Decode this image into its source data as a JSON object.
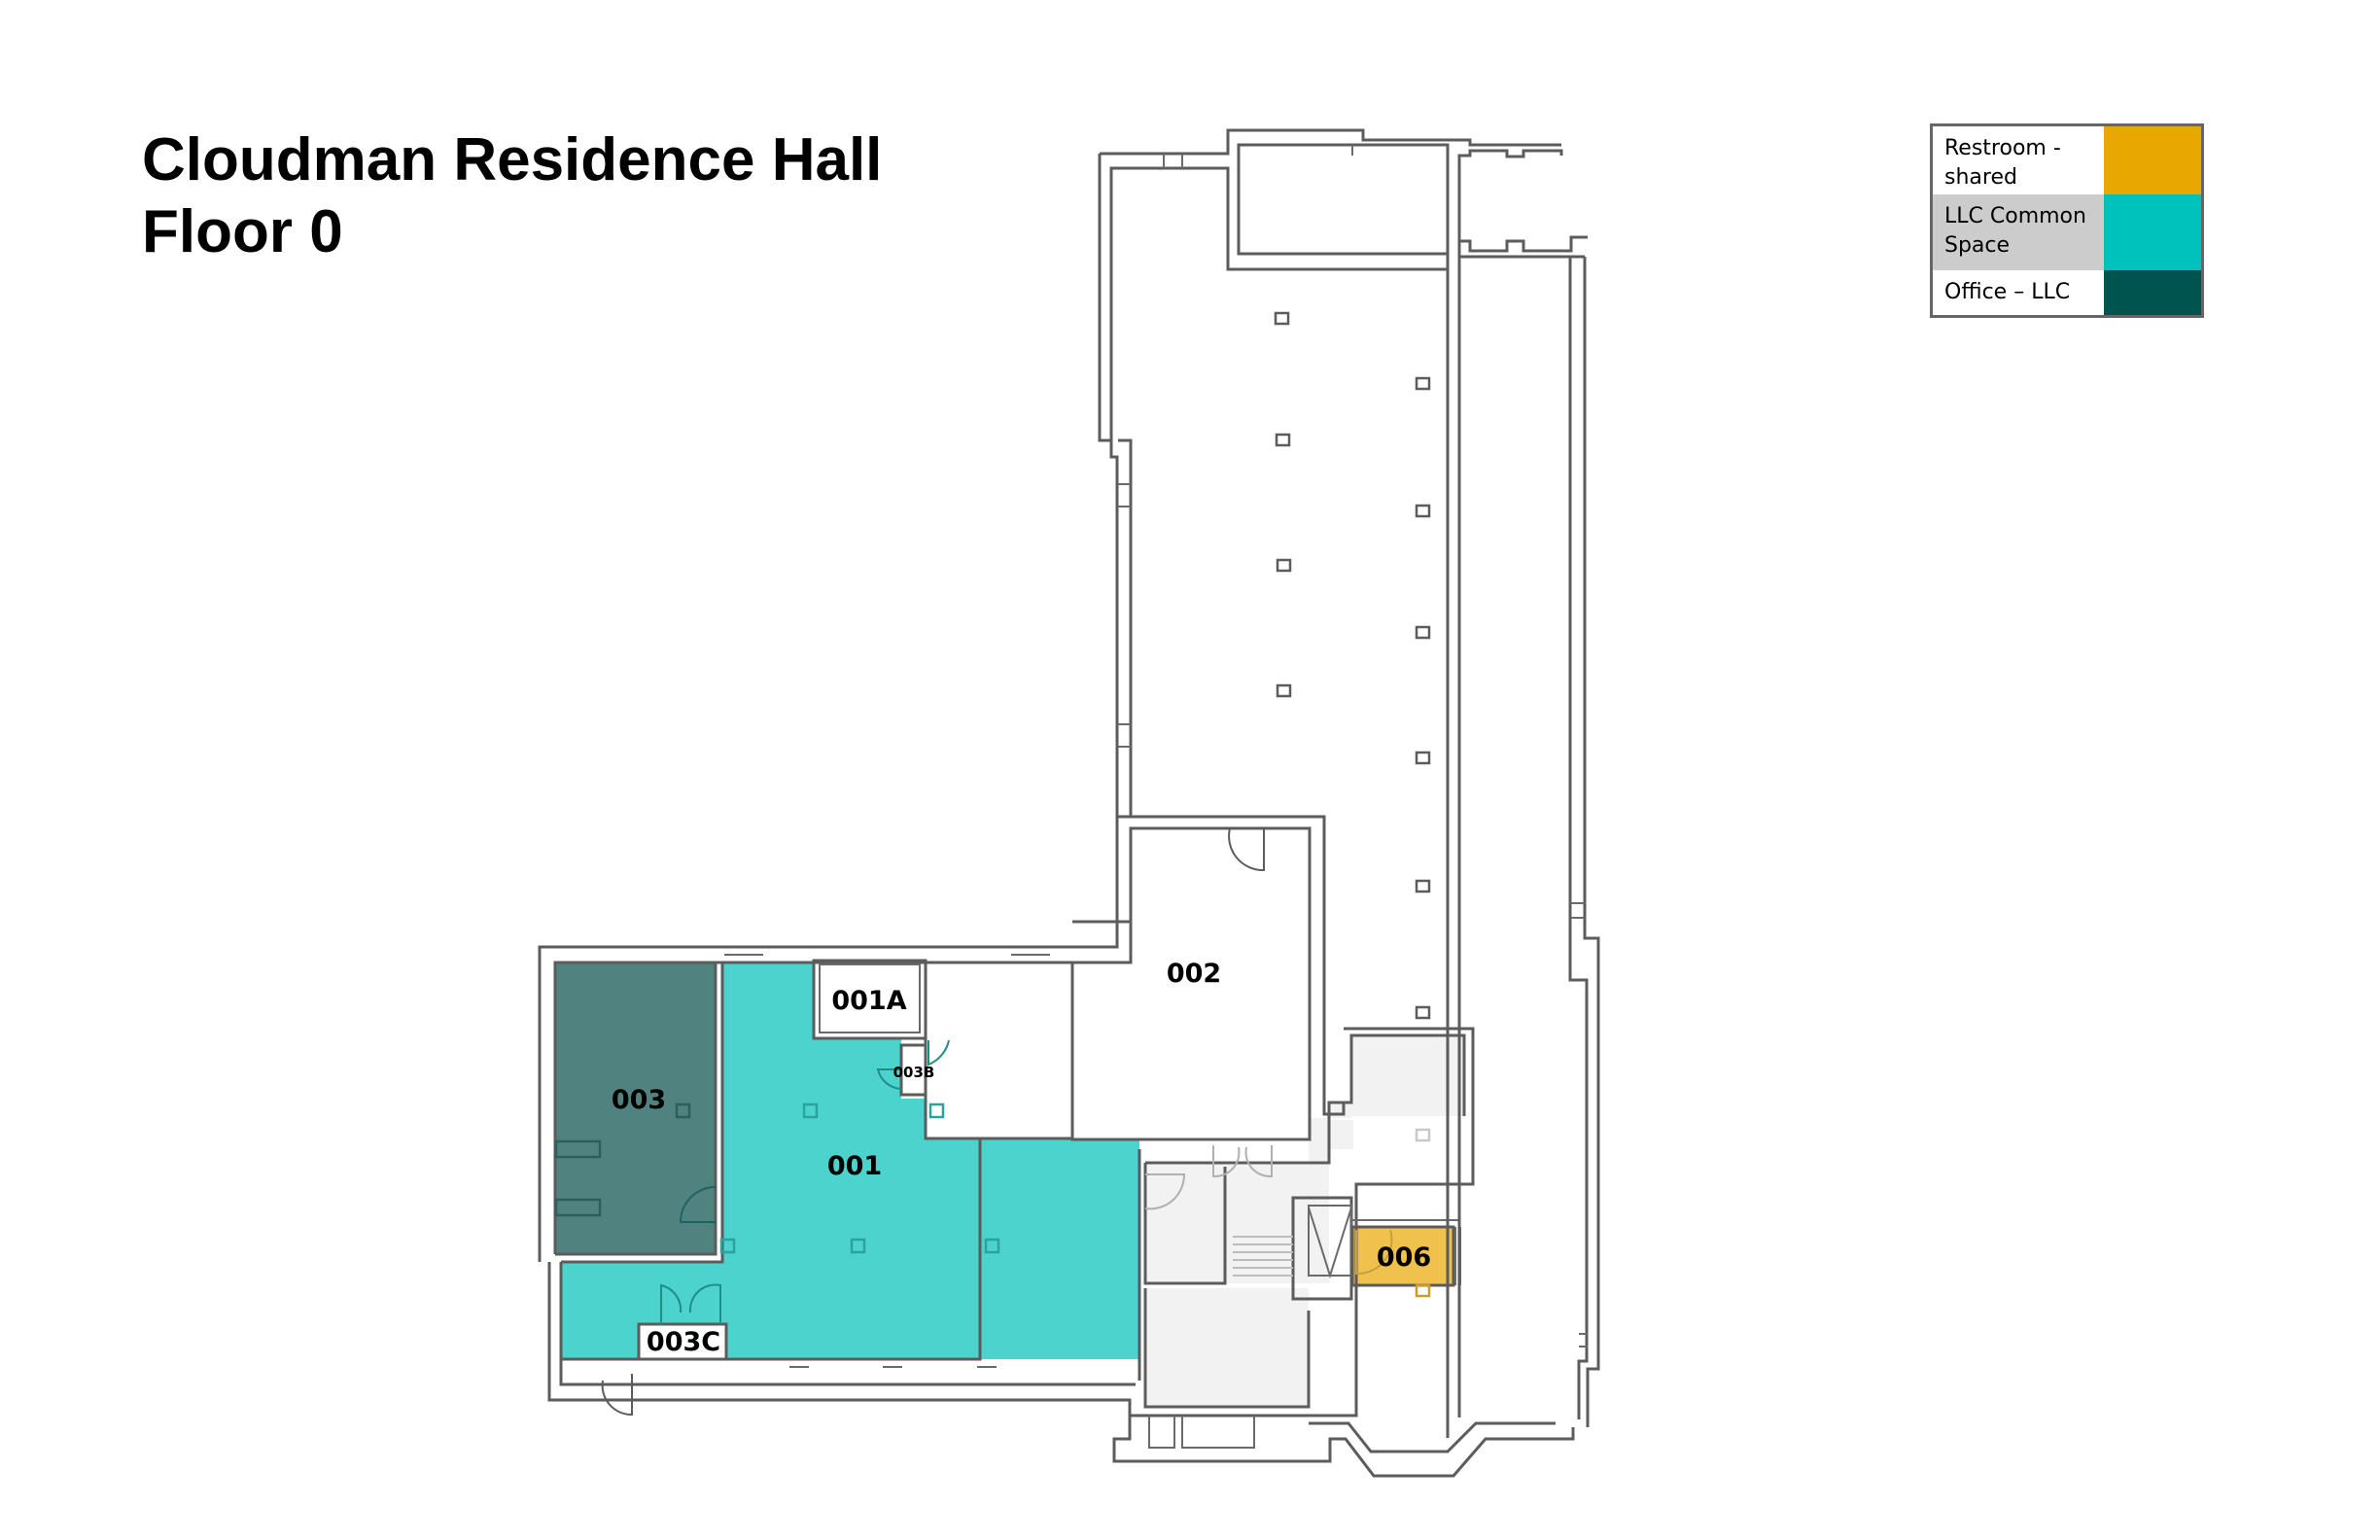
{
  "header": {
    "title_line1": "Cloudman Residence Hall",
    "title_line2": "Floor 0"
  },
  "legend": {
    "items": [
      {
        "label": "Restroom - shared",
        "color": "#E8A800",
        "row_bg": "#FFFFFF"
      },
      {
        "label": "LLC Common Space",
        "color": "#00C2BD",
        "row_bg": "#CCCCCC"
      },
      {
        "label": "Office – LLC",
        "color": "#005450",
        "row_bg": "#FFFFFF"
      }
    ]
  },
  "rooms": {
    "r001": {
      "label": "001",
      "category": "LLC Common Space",
      "fill": "#4DD3CE"
    },
    "r001a": {
      "label": "001A"
    },
    "r002": {
      "label": "002"
    },
    "r003": {
      "label": "003",
      "category": "Office – LLC",
      "fill": "#508280"
    },
    "r003b": {
      "label": "003B"
    },
    "r003c": {
      "label": "003C"
    },
    "r006": {
      "label": "006",
      "category": "Restroom - shared",
      "fill": "#F0C24D"
    }
  },
  "colors": {
    "wall": "#5C5C5C",
    "circulation_fill": "#F2F2F2"
  }
}
